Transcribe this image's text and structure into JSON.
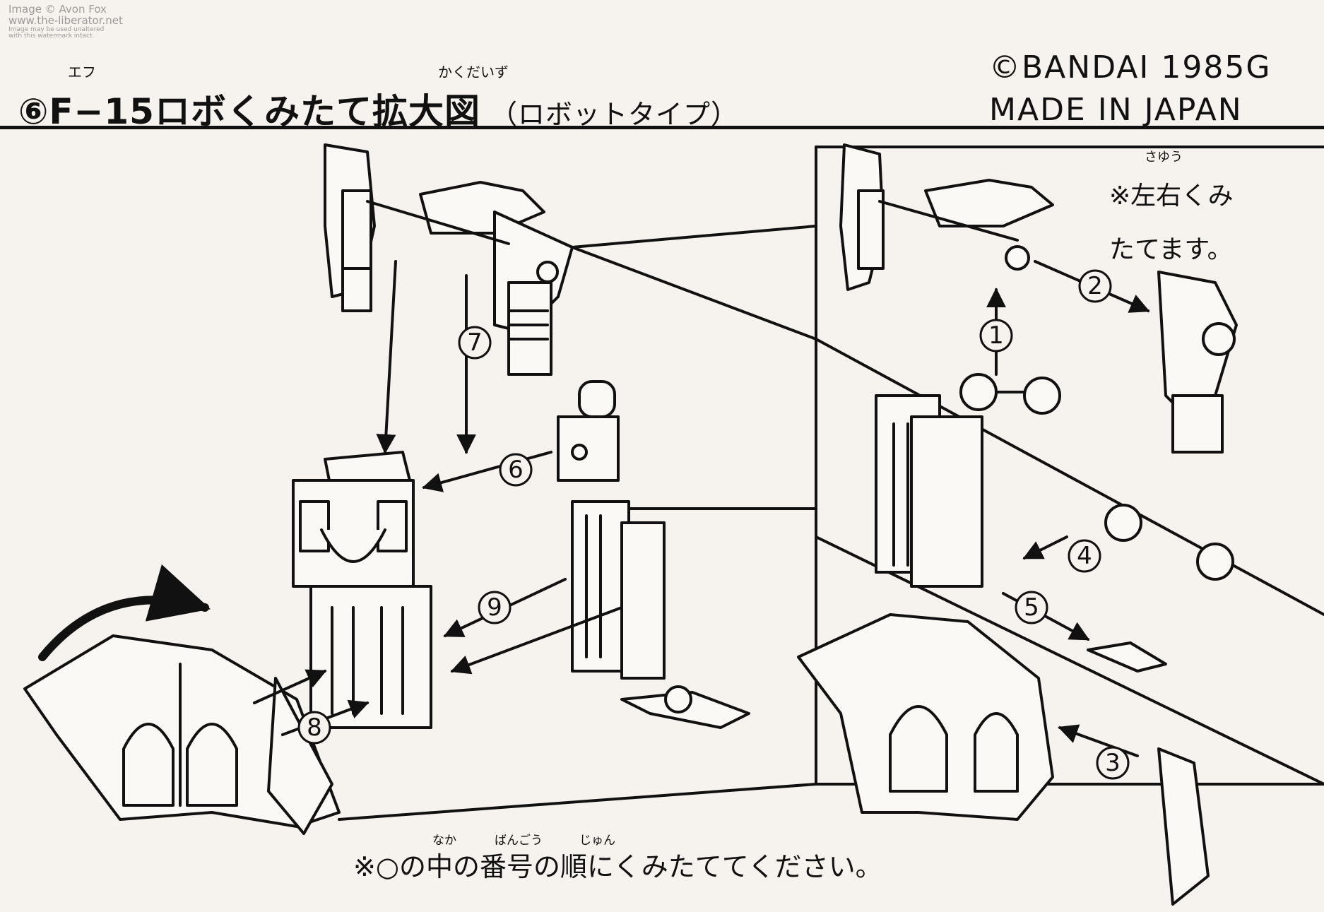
{
  "watermark": {
    "line1": "Image © Avon Fox",
    "line2": "www.the-liberator.net",
    "line3": "Image may be used unaltered",
    "line4": "with this watermark intact."
  },
  "title": {
    "number": "⑥",
    "main": "F−15ロボくみたて拡大図",
    "subtitle": "（ロボットタイプ）",
    "ruby_ef": "エフ",
    "ruby_kakudaizu": "かくだいず"
  },
  "copyright": {
    "line1": "©BANDAI 1985G",
    "line2": "MADE IN JAPAN"
  },
  "note_right": {
    "line1": "※左右くみ",
    "line2": "たてます。",
    "ruby": "さゆう"
  },
  "bottom_note": {
    "text": "※○の中の番号の順にくみたててください。",
    "ruby_naka": "なか",
    "ruby_bangou": "ばんごう",
    "ruby_jun": "じゅん"
  },
  "steps": [
    "1",
    "2",
    "3",
    "4",
    "5",
    "6",
    "7",
    "8",
    "9"
  ]
}
